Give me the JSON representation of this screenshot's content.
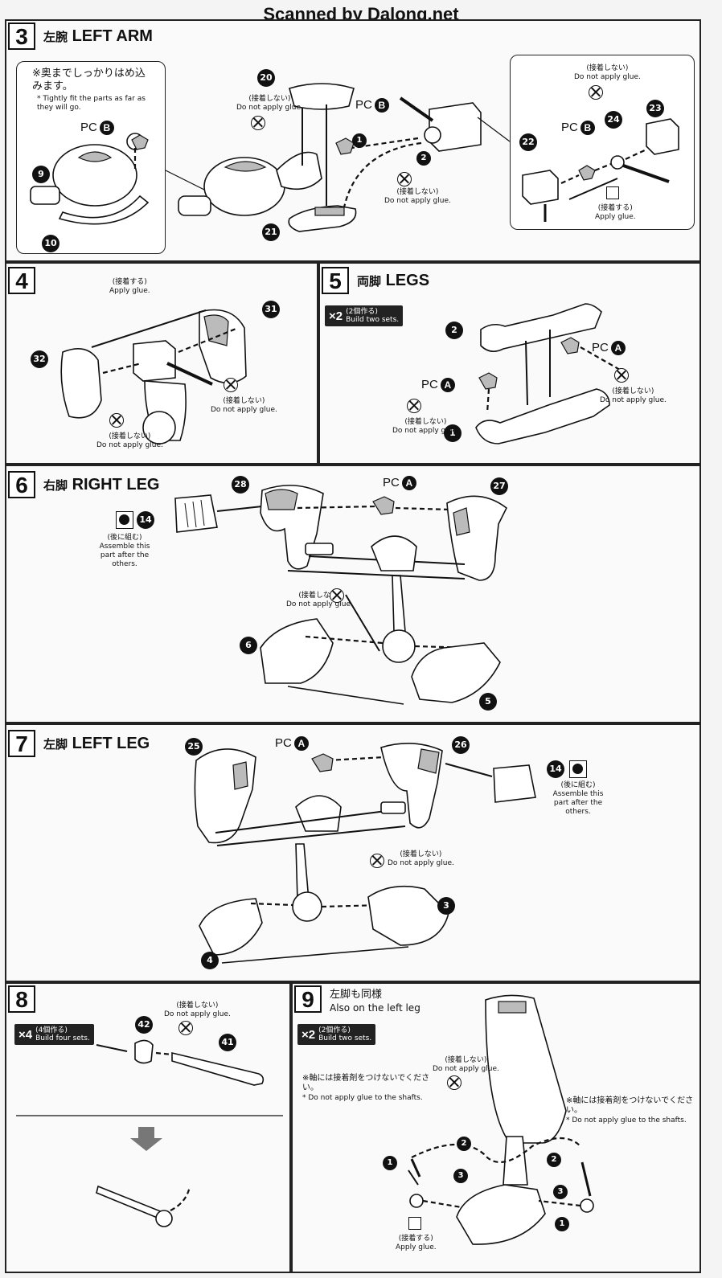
{
  "banner": "Scanned by Dalong.net",
  "steps": {
    "s3": {
      "num": "3",
      "title_jp": "左腕",
      "title_en": "LEFT ARM",
      "bubble_left_jp": "※奥までしっかりはめ込みます。",
      "bubble_left_en": "* Tightly fit the parts as far as they will go.",
      "parts": [
        "9",
        "10",
        "20",
        "21",
        "22",
        "23",
        "24"
      ]
    },
    "s4": {
      "num": "4",
      "parts": [
        "31",
        "32"
      ]
    },
    "s5": {
      "num": "5",
      "title_jp": "両脚",
      "title_en": "LEGS",
      "badge_mult": "×2",
      "badge_jp": "(2個作る)",
      "badge_en": "Build two sets.",
      "parts": [
        "1",
        "2"
      ]
    },
    "s6": {
      "num": "6",
      "title_jp": "右脚",
      "title_en": "RIGHT LEG",
      "parts": [
        "5",
        "6",
        "14",
        "27",
        "28"
      ]
    },
    "s7": {
      "num": "7",
      "title_jp": "左脚",
      "title_en": "LEFT LEG",
      "parts": [
        "3",
        "4",
        "14",
        "25",
        "26"
      ]
    },
    "s8": {
      "num": "8",
      "badge_mult": "×4",
      "badge_jp": "(4個作る)",
      "badge_en": "Build four sets.",
      "parts": [
        "41",
        "42"
      ]
    },
    "s9": {
      "num": "9",
      "title_jp": "左脚も同様",
      "title_en": "Also on the left leg",
      "badge_mult": "×2",
      "badge_jp": "(2個作る)",
      "badge_en": "Build two sets.",
      "shaft_jp": "※軸には接着剤をつけないでください。",
      "shaft_en": "* Do not apply glue to the shafts."
    }
  },
  "labels": {
    "pc_a": "PC",
    "pc_b": "PC",
    "a": "A",
    "b": "B",
    "no_glue_jp": "(接着しない)",
    "no_glue_en": "Do not apply glue.",
    "glue_jp": "(接着する)",
    "glue_en": "Apply glue.",
    "later_jp": "(後に組む)",
    "later_en": "Assemble this part after the others."
  },
  "colors": {
    "ink": "#111111",
    "paper": "#fafafa"
  }
}
